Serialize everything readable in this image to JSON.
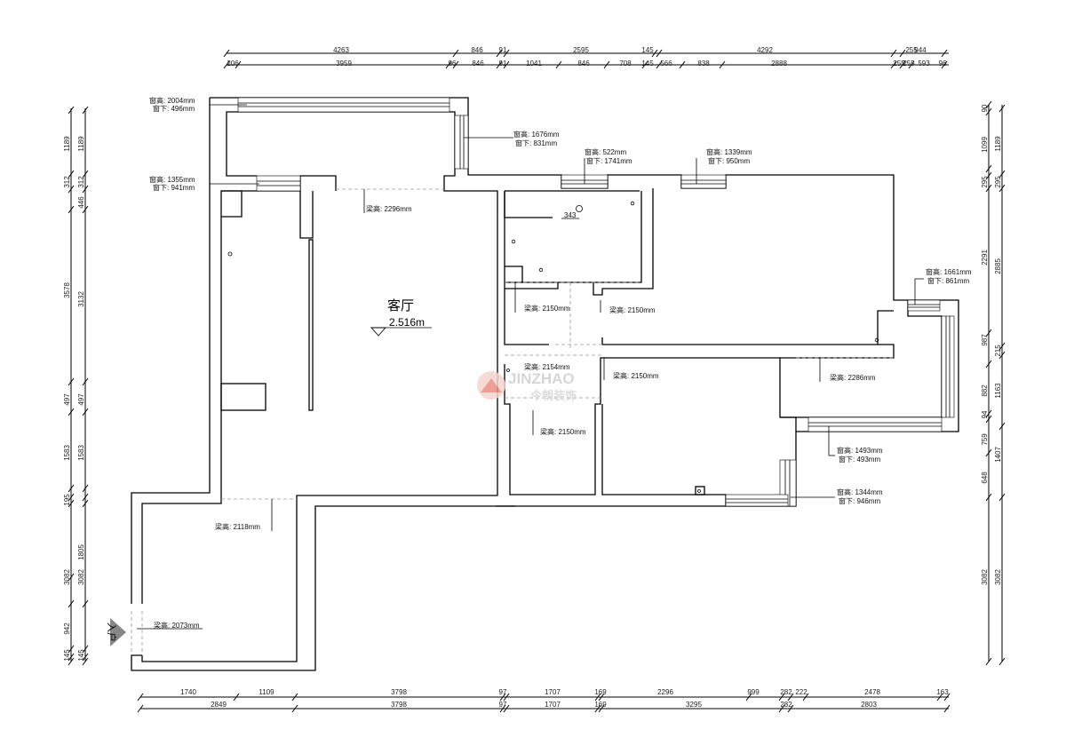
{
  "room": {
    "name": "客厅",
    "level": "2.516m"
  },
  "watermark": {
    "latin": "JINZHAO",
    "chinese": "今朝装饰"
  },
  "entrance": "入户",
  "dims": {
    "top1": [
      "4263",
      "846",
      "91",
      "2595",
      "145",
      "4292",
      "255",
      "944"
    ],
    "top2": [
      "206",
      "3959",
      "96",
      "846",
      "91",
      "1041",
      "846",
      "708",
      "145",
      "566",
      "838",
      "2888",
      "255",
      "255",
      "593",
      "96"
    ],
    "bottom1": [
      "1740",
      "1109",
      "3798",
      "97",
      "1707",
      "169",
      "2296",
      "999",
      "282",
      "222",
      "2478",
      "163"
    ],
    "bottom2": [
      "2849",
      "3798",
      "97",
      "1707",
      "169",
      "3295",
      "282",
      "2803"
    ],
    "left1": [
      "1189",
      "312",
      "3578",
      "497",
      "1583",
      "195",
      "3082",
      "942",
      "145"
    ],
    "left2": [
      "1189",
      "312",
      "446",
      "3132",
      "497",
      "1583",
      "1805",
      "3082",
      "145"
    ],
    "right1": [
      "90",
      "1099",
      "295",
      "2291",
      "987",
      "882",
      "94",
      "759",
      "648",
      "3082"
    ],
    "right2": [
      "1189",
      "295",
      "2885",
      "215",
      "1163",
      "1407",
      "3082"
    ]
  },
  "windows": [
    {
      "h": "窗高: 2004mm",
      "d": "窗下: 496mm"
    },
    {
      "h": "窗高: 1676mm",
      "d": "窗下: 831mm"
    },
    {
      "h": "窗高: 1355mm",
      "d": "窗下: 941mm"
    },
    {
      "h": "窗高: 522mm",
      "d": "窗下: 1741mm"
    },
    {
      "h": "窗高: 1339mm",
      "d": "窗下: 950mm"
    },
    {
      "h": "窗高: 1661mm",
      "d": "窗下: 861mm"
    },
    {
      "h": "窗高: 1493mm",
      "d": "窗下: 493mm"
    },
    {
      "h": "窗高: 1344mm",
      "d": "窗下: 946mm"
    }
  ],
  "beams": [
    "梁高: 2296mm",
    "梁高: 2150mm",
    "梁高: 2150mm",
    "梁高: 2154mm",
    "梁高: 2150mm",
    "梁高: 2286mm",
    "梁高: 2150mm",
    "梁高: 2118mm",
    "梁高: 2073mm"
  ],
  "marker": "343"
}
